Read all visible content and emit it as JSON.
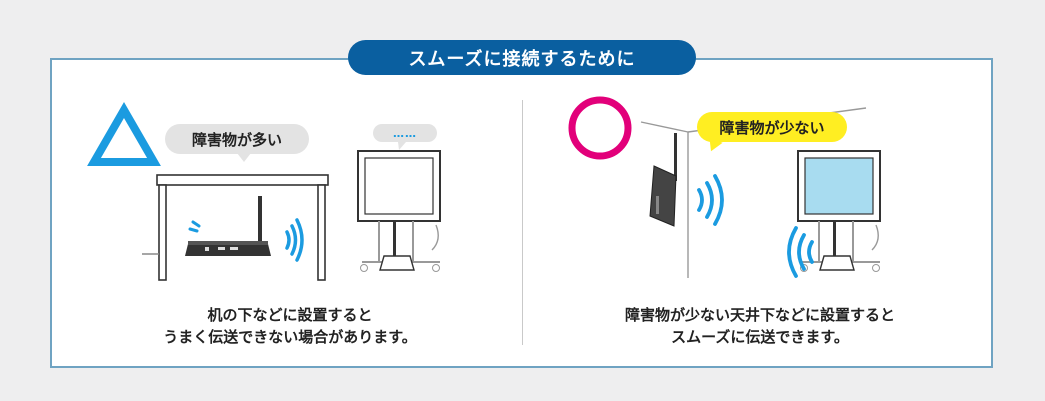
{
  "title": "スムーズに接続するために",
  "left": {
    "mark": "triangle",
    "bubble_main": "障害物が多い",
    "bubble_dots": "……",
    "caption_line1": "机の下などに設置すると",
    "caption_line2": "うまく伝送できない場合があります。"
  },
  "right": {
    "mark": "circle",
    "bubble": "障害物が少ない",
    "caption_line1": "障害物が少ない天井下などに設置すると",
    "caption_line2": "スムーズに伝送できます。"
  },
  "colors": {
    "title_bg": "#0a5fa0",
    "panel_border": "#6fa3c2",
    "triangle": "#1b9be0",
    "circle": "#e2007a",
    "signal": "#1b9be0",
    "bubble_yellow": "#ffee22",
    "bubble_gray": "#e3e3e3"
  },
  "icons": [
    "triangle-mark-icon",
    "circle-mark-icon",
    "signal-waves-icon",
    "receiver-icon",
    "tv-monitor-icon",
    "table-icon"
  ]
}
